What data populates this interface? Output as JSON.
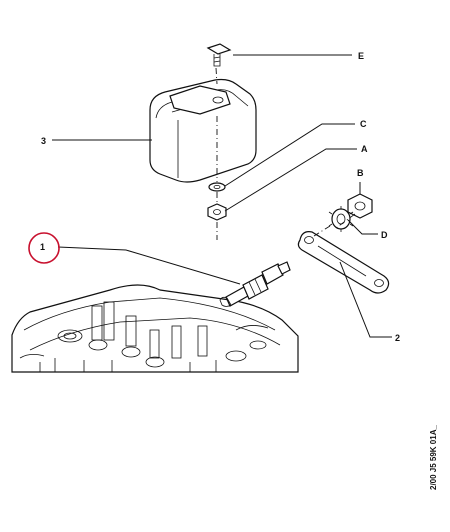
{
  "callouts": {
    "c1": "1",
    "c2": "2",
    "c3": "3",
    "cA": "A",
    "cB": "B",
    "cC": "C",
    "cD": "D",
    "cE": "E"
  },
  "reference_code": "2/00 J5 59K 01A_",
  "highlight_color": "#c8102e"
}
